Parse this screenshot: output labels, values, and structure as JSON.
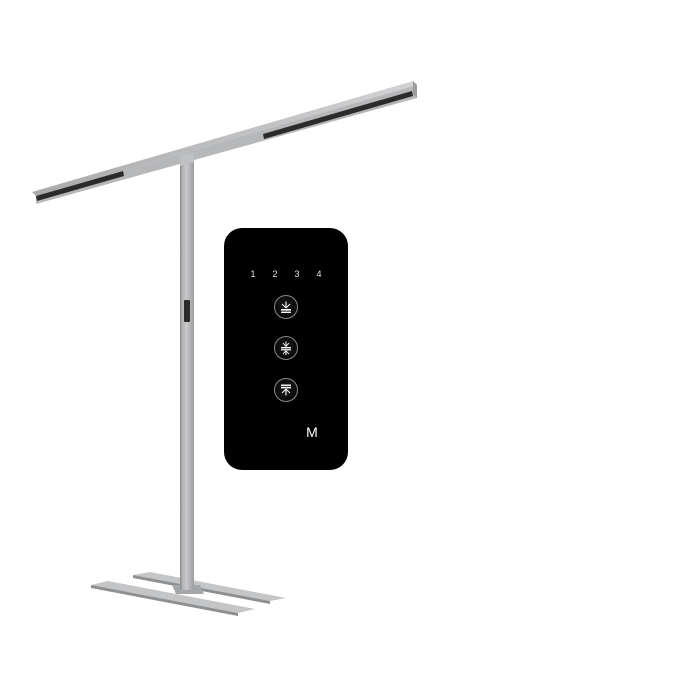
{
  "remote": {
    "channels": [
      "1",
      "2",
      "3",
      "4"
    ],
    "buttons": [
      {
        "icon": "light-down-icon"
      },
      {
        "icon": "light-both-icon"
      },
      {
        "icon": "light-up-icon"
      }
    ],
    "mode_label": "M"
  },
  "colors": {
    "lamp_aluminium": "#b3b4b6",
    "led_strip": "#2b2b2b",
    "remote_body": "#000000",
    "background": "#ffffff"
  }
}
